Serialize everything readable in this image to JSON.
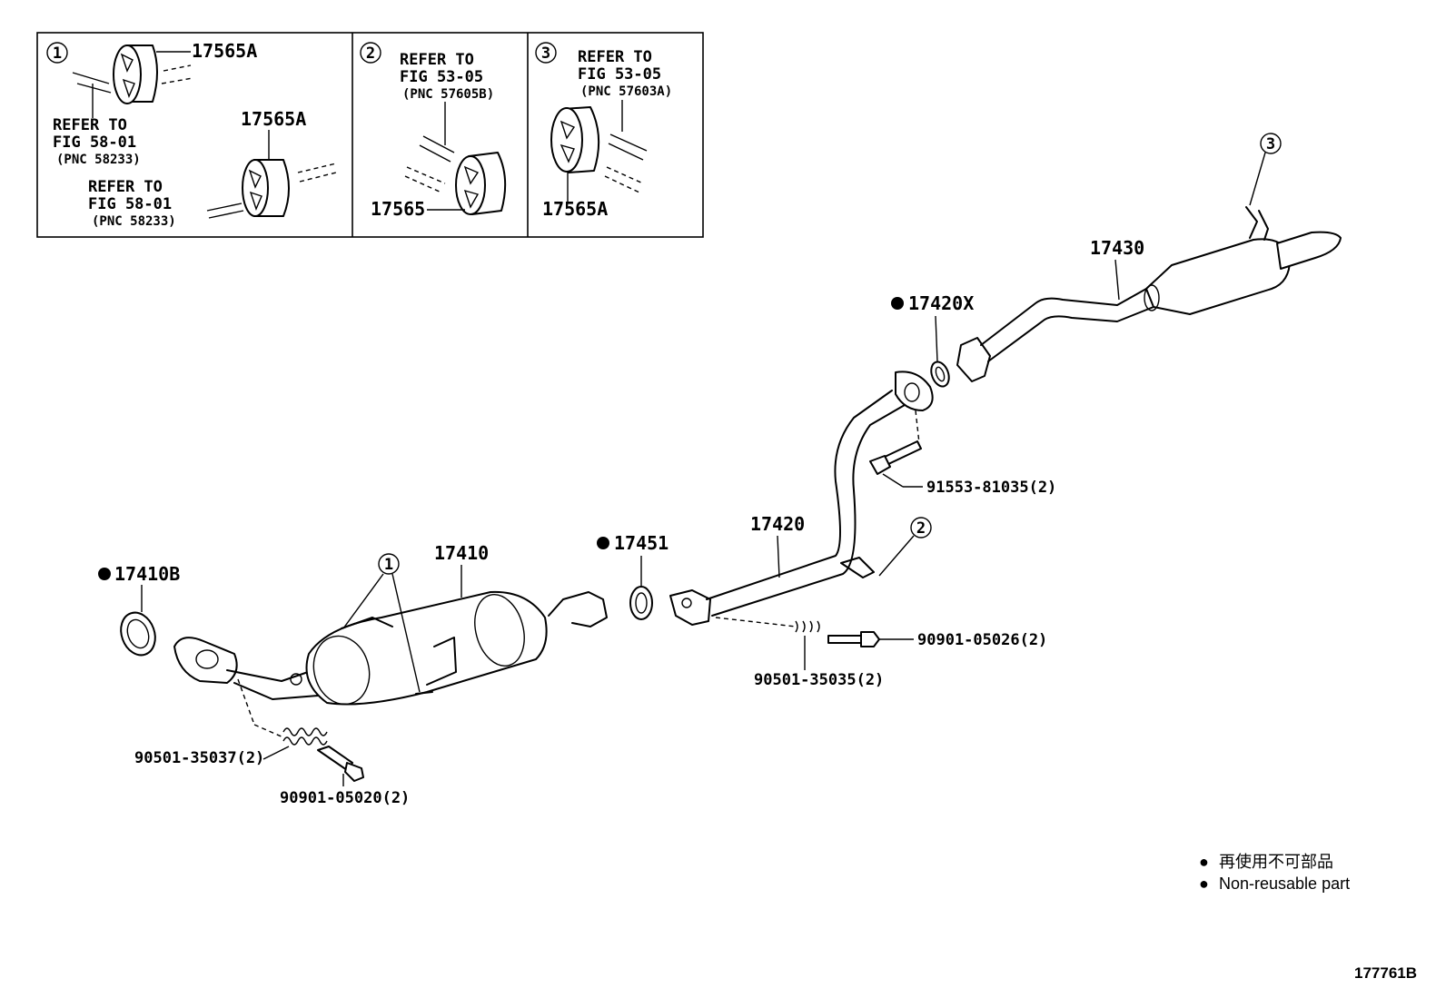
{
  "insets": [
    {
      "marker": "1",
      "callouts": [
        "17565A",
        "17565A"
      ],
      "refers": [
        {
          "line1": "REFER TO",
          "line2": "FIG 58-01",
          "line3": "(PNC 58233)"
        },
        {
          "line1": "REFER TO",
          "line2": "FIG 58-01",
          "line3": "(PNC 58233)"
        }
      ]
    },
    {
      "marker": "2",
      "callouts": [
        "17565"
      ],
      "refers": [
        {
          "line1": "REFER TO",
          "line2": "FIG 53-05",
          "line3": "(PNC 57605B)"
        }
      ]
    },
    {
      "marker": "3",
      "callouts": [
        "17565A"
      ],
      "refers": [
        {
          "line1": "REFER TO",
          "line2": "FIG 53-05",
          "line3": "(PNC 57603A)"
        }
      ]
    }
  ],
  "parts": {
    "p17410B": "17410B",
    "p17410": "17410",
    "p17451": "17451",
    "p17420": "17420",
    "p17420X": "17420X",
    "p17430": "17430",
    "p91553": "91553-81035(2)",
    "p90901_26": "90901-05026(2)",
    "p90501_35": "90501-35035(2)",
    "p90501_37": "90501-35037(2)",
    "p90901_20": "90901-05020(2)"
  },
  "markers": {
    "m1": "1",
    "m2": "2",
    "m3": "3"
  },
  "legend": {
    "bullet": "●",
    "line1": "再使用不可部品",
    "line2": "Non-reusable part"
  },
  "figure_id": "177761B"
}
